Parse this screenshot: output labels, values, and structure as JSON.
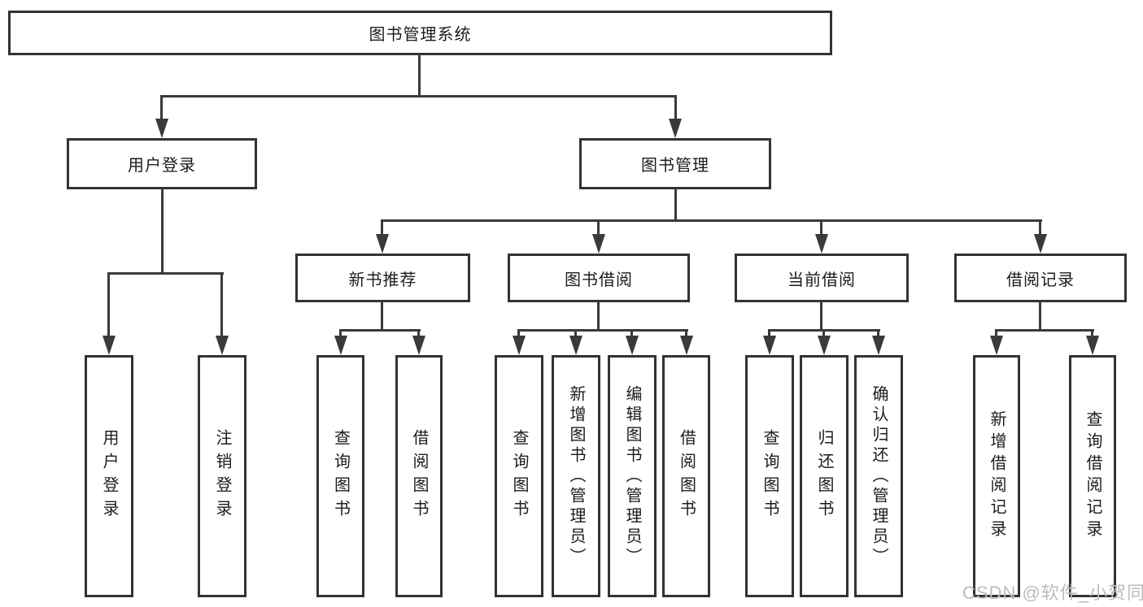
{
  "diagram": {
    "title": "图书管理系统",
    "branches": {
      "user_login": {
        "label": "用户登录",
        "children": [
          "用户登录",
          "注销登录"
        ]
      },
      "book_mgmt": {
        "label": "图书管理",
        "modules": {
          "new_book": {
            "label": "新书推荐",
            "children": [
              "查询图书",
              "借阅图书"
            ]
          },
          "borrow": {
            "label": "图书借阅",
            "children": [
              "查询图书",
              "新增图书（管理员）",
              "编辑图书（管理员）",
              "借阅图书"
            ]
          },
          "current": {
            "label": "当前借阅",
            "children": [
              "查询图书",
              "归还图书",
              "确认归还（管理员）"
            ]
          },
          "records": {
            "label": "借阅记录",
            "children": [
              "新增借阅记录",
              "查询借阅记录"
            ]
          }
        }
      }
    },
    "colors": {
      "line": "#3a3a3a",
      "border": "#333333",
      "text": "#1c1c1c",
      "background": "#ffffff",
      "watermark": "#bcbcbc"
    }
  },
  "watermark": "CSDN @软件_小贺同学"
}
